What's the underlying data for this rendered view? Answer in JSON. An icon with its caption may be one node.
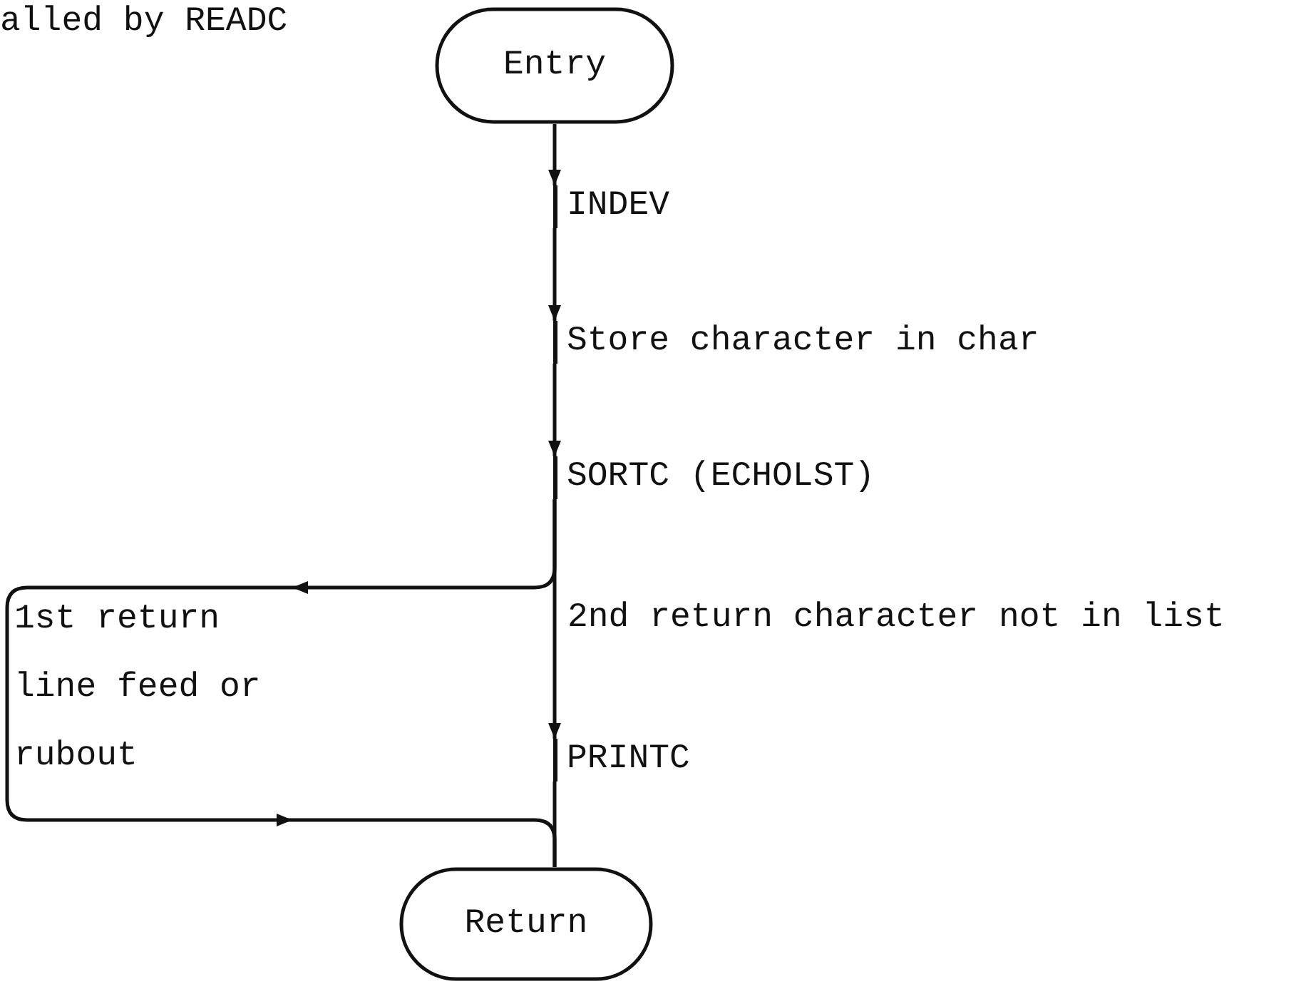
{
  "diagram": {
    "nodes": [
      {
        "text": [
          "Entry"
        ]
      },
      {
        "text": [
          "INDEV"
        ]
      },
      {
        "text": [
          "Store character in char"
        ]
      },
      {
        "text": [
          "SORTC (ECHOLST)"
        ]
      },
      {
        "text": [
          "PRINTC"
        ]
      },
      {
        "text": [
          "Return"
        ]
      },
      {
        "text": [
          "1st return line feed or rubout"
        ]
      }
    ],
    "edges": [
      {
        "from": 0,
        "to": 1,
        "arrow": "to"
      },
      {
        "from": 1,
        "to": 2,
        "arrow": "to"
      },
      {
        "from": 2,
        "to": 3,
        "arrow": "to"
      },
      {
        "from": 3,
        "to": 4,
        "arrow": "to",
        "label": "2nd return character not in list"
      },
      {
        "from": 3,
        "to": 6,
        "arrow": "to"
      },
      {
        "from": 6,
        "to": 5,
        "arrow": "to"
      },
      {
        "from": 4,
        "to": 5,
        "arrow": "none"
      }
    ],
    "labels": [
      "alled by READC"
    ]
  }
}
